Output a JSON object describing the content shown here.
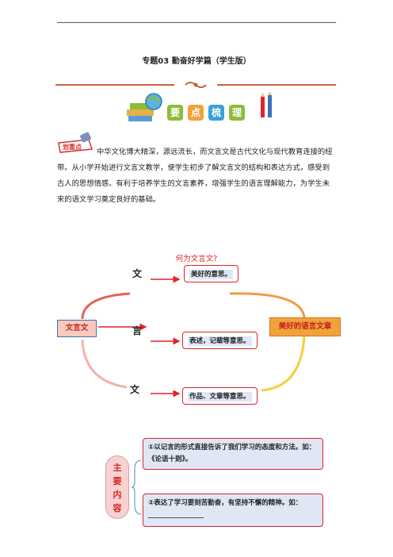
{
  "title": "专题03 勤奋好学篇（学生版）",
  "banner": {
    "tiles": [
      {
        "char": "要",
        "color": "#8bbd3a"
      },
      {
        "char": "点",
        "color": "#f2a23a"
      },
      {
        "char": "梳",
        "color": "#3aa0d8"
      },
      {
        "char": "理",
        "color": "#8bbd3a"
      }
    ]
  },
  "stamp_label": "划重点",
  "intro": "中华文化博大精深，源远流长，而文言文是古代文化与现代教育连接的纽带。从小学开始进行文言文教学，使学生初步了解文言文的结构和表达方式，感受到古人的思想情感。有利于培养学生的文言素养，增强学生的语言理解能力，为学生未来的语文学习奠定良好的基础。",
  "question": "何为文言文?",
  "diagram": {
    "left_label": "文言文",
    "right_label": "美好的语言文章",
    "rows": [
      {
        "char": "文",
        "definition": "美好的意思。"
      },
      {
        "char": "言",
        "definition": "表述，记载等意思。"
      },
      {
        "char": "文",
        "definition": "作品、文章等意思。"
      }
    ]
  },
  "main_content": {
    "label": [
      "主",
      "要",
      "内",
      "容"
    ],
    "items": [
      "①以记言的形式直接告诉了我们学习的态度和方法。如：《论语十则》。",
      "②表达了学习要刻苦勤奋，有坚持不懈的精神。如："
    ]
  }
}
